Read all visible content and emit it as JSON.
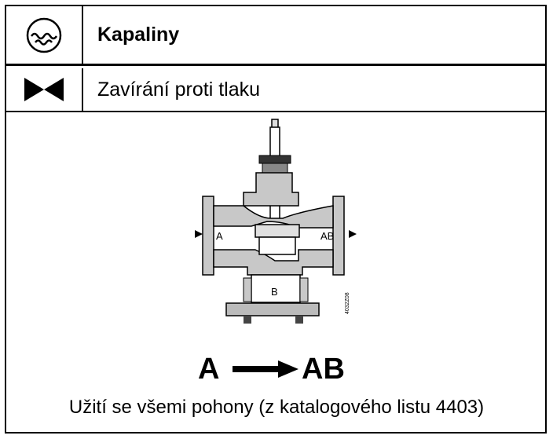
{
  "rows": [
    {
      "label": "Kapaliny",
      "icon": "liquid-waves-icon"
    },
    {
      "label": "Zavírání proti tlaku",
      "icon": "valve-bowtie-icon"
    }
  ],
  "diagram": {
    "port_a": "A",
    "port_ab": "AB",
    "port_b": "B",
    "drawing_code": "4032Z08"
  },
  "flow": {
    "from": "A",
    "to": "AB"
  },
  "caption": "Užití se všemi pohony (z katalogového listu 4403)"
}
